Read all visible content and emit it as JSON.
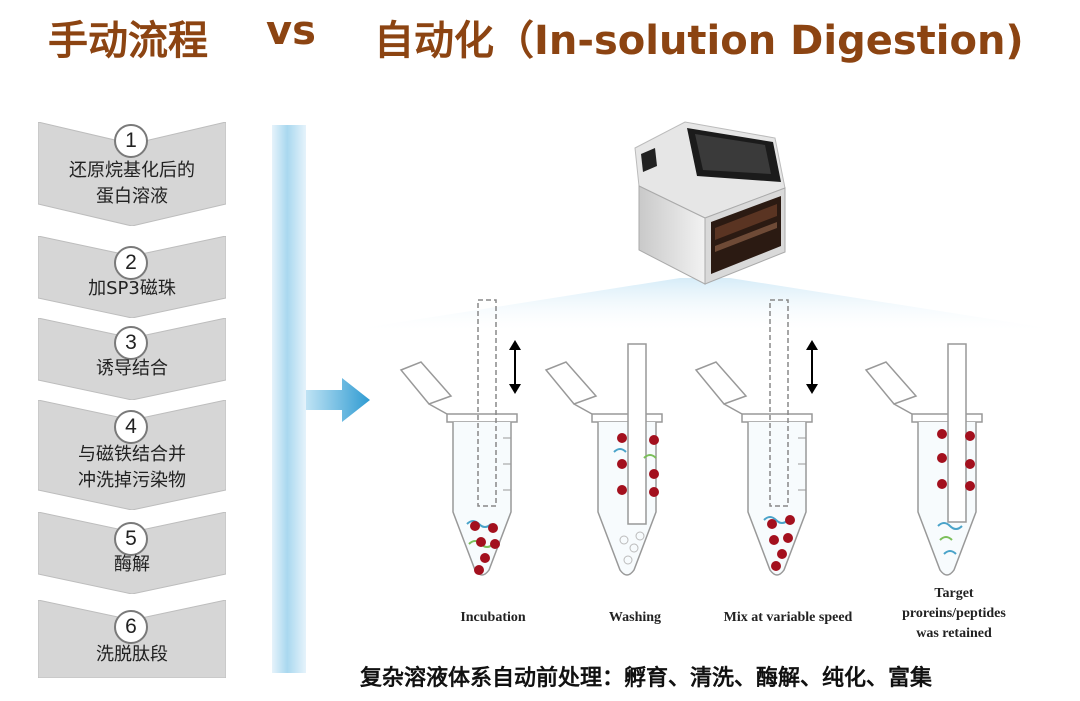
{
  "header": {
    "title_left": "手动流程",
    "title_vs": "vs",
    "title_right": "自动化（In-solution Digestion)"
  },
  "steps": [
    {
      "num": "1",
      "label": "还原烷基化后的\n蛋白溶液"
    },
    {
      "num": "2",
      "label": "加SP3磁珠"
    },
    {
      "num": "3",
      "label": "诱导结合"
    },
    {
      "num": "4",
      "label": "与磁铁结合并\n冲洗掉污染物"
    },
    {
      "num": "5",
      "label": "酶解"
    },
    {
      "num": "6",
      "label": "洗脱肽段"
    }
  ],
  "stages": [
    {
      "label": "Incubation"
    },
    {
      "label": "Washing"
    },
    {
      "label": "Mix at variable speed"
    },
    {
      "label": "Target\nproreins/peptides\nwas retained"
    }
  ],
  "footer": {
    "caption": "复杂溶液体系自动前处理：孵育、清洗、酶解、纯化、富集"
  },
  "colors": {
    "title": "#8c4412",
    "chevron": "#d4d4d4",
    "bead": "#a3101e",
    "bar": "#a9d8ef",
    "arrow": "#3aa0d4"
  }
}
